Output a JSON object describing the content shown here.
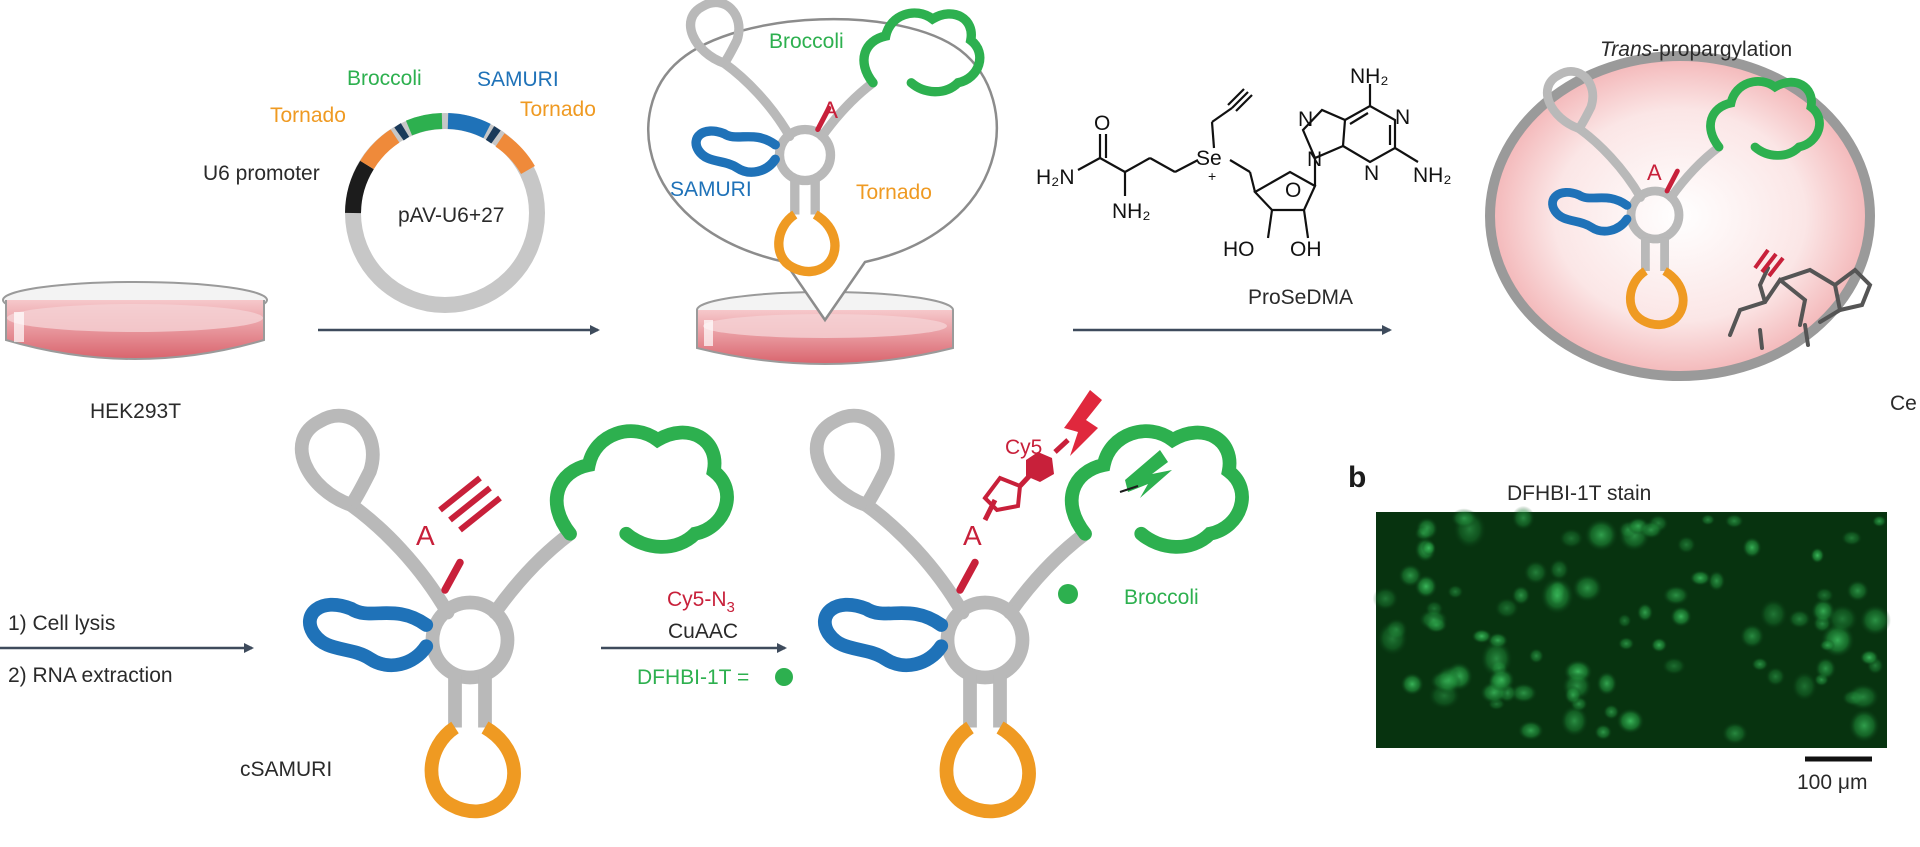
{
  "colors": {
    "green": "#2db04f",
    "blue": "#1f72b8",
    "orange": "#ef9a22",
    "red": "#c8203a",
    "gray": "#b9b9b9",
    "dark": "#1c1c1c",
    "arrow": "#3e4b5c",
    "dish_pink": "#e7868e",
    "micro_bg": "#07330f"
  },
  "panel_b_letter": "b",
  "dish1": {
    "label": "HEK293T"
  },
  "plasmid": {
    "center_label": "pAV-U6+27",
    "promoter_label": "U6 promoter",
    "tornado_left": "Tornado",
    "broccoli": "Broccoli",
    "samuri": "SAMURI",
    "tornado_right": "Tornado"
  },
  "bubble": {
    "nucleotide": "A",
    "broccoli": "Broccoli",
    "samuri": "SAMURI",
    "tornado": "Tornado"
  },
  "reagent": {
    "name": "ProSeDMA",
    "amide_h2n": "H₂N",
    "amide_o": "O",
    "amine": "NH₂",
    "se": "Se",
    "se_charge": "+",
    "adenine_nh2_top": "NH₂",
    "adenine_nh2_right": "NH₂",
    "ring_n1": "N",
    "ring_n2": "N",
    "ring_n3": "N",
    "ring_n4": "N",
    "ring_o": "O",
    "ho": "HO",
    "oh": "OH"
  },
  "cell": {
    "title_italic": "Trans",
    "title_rest": "-propargylation",
    "nucleotide": "A",
    "cell_label_partial": "Ce"
  },
  "steps": {
    "step1": "1)   Cell lysis",
    "step2": "2)   RNA extraction"
  },
  "csamuri": {
    "label": "cSAMURI",
    "nucleotide": "A"
  },
  "click": {
    "line1_main": "Cy5-N",
    "line1_sub": "3",
    "line2": "CuAAC",
    "line3": "DFHBI-1T ="
  },
  "labeled": {
    "cy5": "Cy5",
    "nucleotide": "A",
    "broccoli": "Broccoli"
  },
  "micrograph": {
    "title": "DFHBI-1T stain",
    "scale_label": "100 μm"
  }
}
